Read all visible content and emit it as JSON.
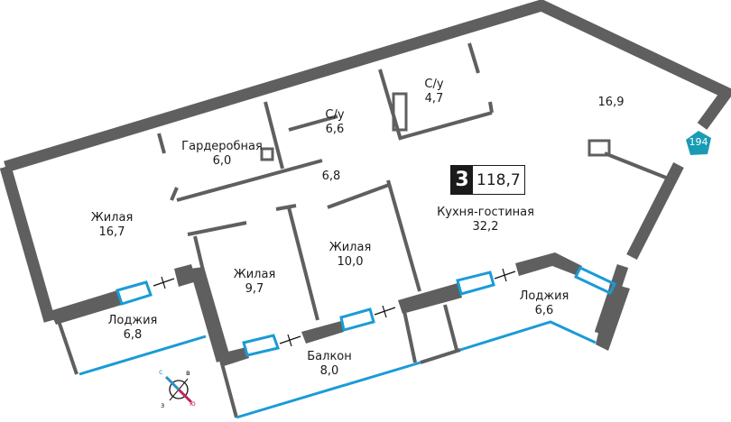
{
  "apartment": {
    "rooms_count": "3",
    "total_area": "118,7",
    "number": "194"
  },
  "colors": {
    "wall": "#5f5f5f",
    "window": "#1a9bd7",
    "badge_dark": "#1a1a1a",
    "apt_number_bg": "#1a9bb5",
    "compass_north": "#2a8fc7",
    "compass_south": "#c0245c"
  },
  "rooms": [
    {
      "name": "Гардеробная",
      "area": "6,0"
    },
    {
      "name": "С/у",
      "area": "6,6"
    },
    {
      "name": "С/у",
      "area": "4,7"
    },
    {
      "name": "",
      "area": "16,9"
    },
    {
      "name": "",
      "area": "6,8"
    },
    {
      "name": "Жилая",
      "area": "16,7"
    },
    {
      "name": "Кухня-гостиная",
      "area": "32,2"
    },
    {
      "name": "Жилая",
      "area": "10,0"
    },
    {
      "name": "Жилая",
      "area": "9,7"
    },
    {
      "name": "Лоджия",
      "area": "6,8"
    },
    {
      "name": "Лоджия",
      "area": "6,6"
    },
    {
      "name": "Балкон",
      "area": "8,0"
    }
  ],
  "compass": {
    "north": "С",
    "east": "В",
    "south": "Ю",
    "west": "З"
  }
}
